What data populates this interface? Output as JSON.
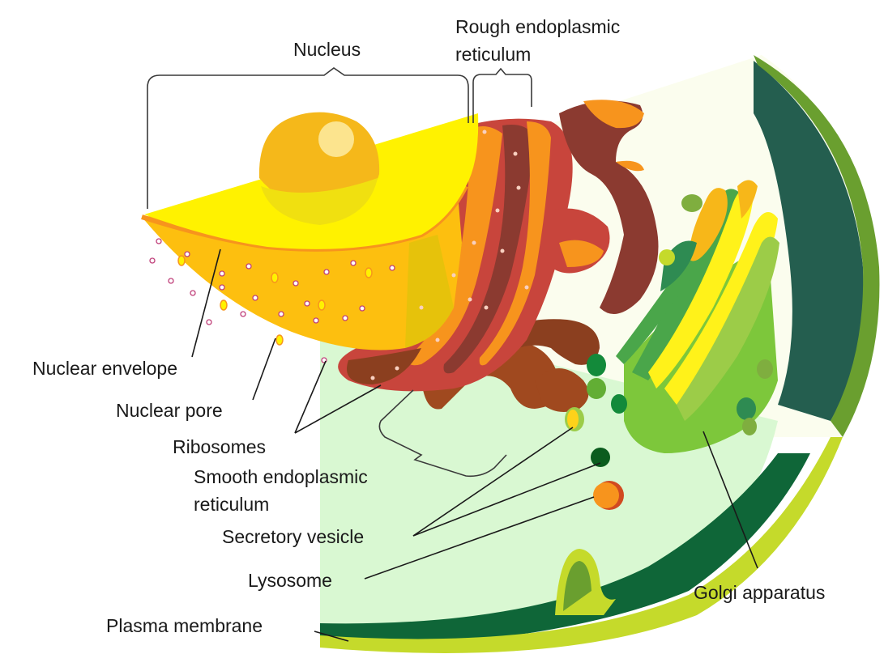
{
  "diagram": {
    "title": "Endomembrane system of a eukaryotic cell",
    "labels": {
      "nucleus": "Nucleus",
      "rough_er_line1": "Rough endoplasmic",
      "rough_er_line2": "reticulum",
      "nuclear_envelope": "Nuclear envelope",
      "nuclear_pore": "Nuclear pore",
      "ribosomes": "Ribosomes",
      "smooth_er_line1": "Smooth endoplasmic",
      "smooth_er_line2": "reticulum",
      "secretory_vesicle": "Secretory vesicle",
      "lysosome": "Lysosome",
      "plasma_membrane": "Plasma membrane",
      "golgi_apparatus": "Golgi apparatus"
    },
    "colors": {
      "nucleus_top": "#fff200",
      "nucleus_body": "#fdbf0f",
      "nucleolus": "#f7b719",
      "envelope": "#f7941d",
      "rough_er_dark": "#8b3a30",
      "rough_er_red": "#c8453c",
      "rough_er_orange": "#f7941d",
      "smooth_er": "#a0491f",
      "cytoplasm_light": "#fbfdee",
      "cytoplasm_green": "#d9f8d2",
      "cell_wall_dark": "#245e4f",
      "cell_edge_green": "#6a9f2f",
      "membrane_lime": "#c5da2b",
      "membrane_dark": "#0f6638",
      "golgi_green": "#4aa64a",
      "golgi_light": "#7dc73b",
      "golgi_yellow": "#fff21a",
      "lysosome": "#f7941d",
      "vesicle_dark": "#0b5c1e"
    }
  }
}
